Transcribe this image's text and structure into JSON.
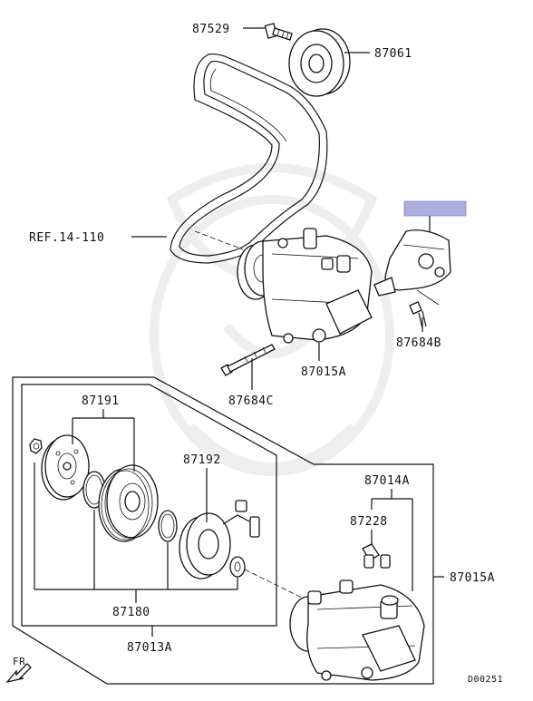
{
  "labels": {
    "p87529": "87529",
    "p87061": "87061",
    "ref": "REF.14-110",
    "p87684B": "87684B",
    "p87015A_top": "87015A",
    "p87684C": "87684C",
    "p87191": "87191",
    "p87192": "87192",
    "p87014A": "87014A",
    "p87228": "87228",
    "p87015A_side": "87015A",
    "p87180": "87180",
    "p87013A": "87013A",
    "fr": "FR",
    "diagram_id": "D00251"
  },
  "highlight_color": "#a9aee0"
}
